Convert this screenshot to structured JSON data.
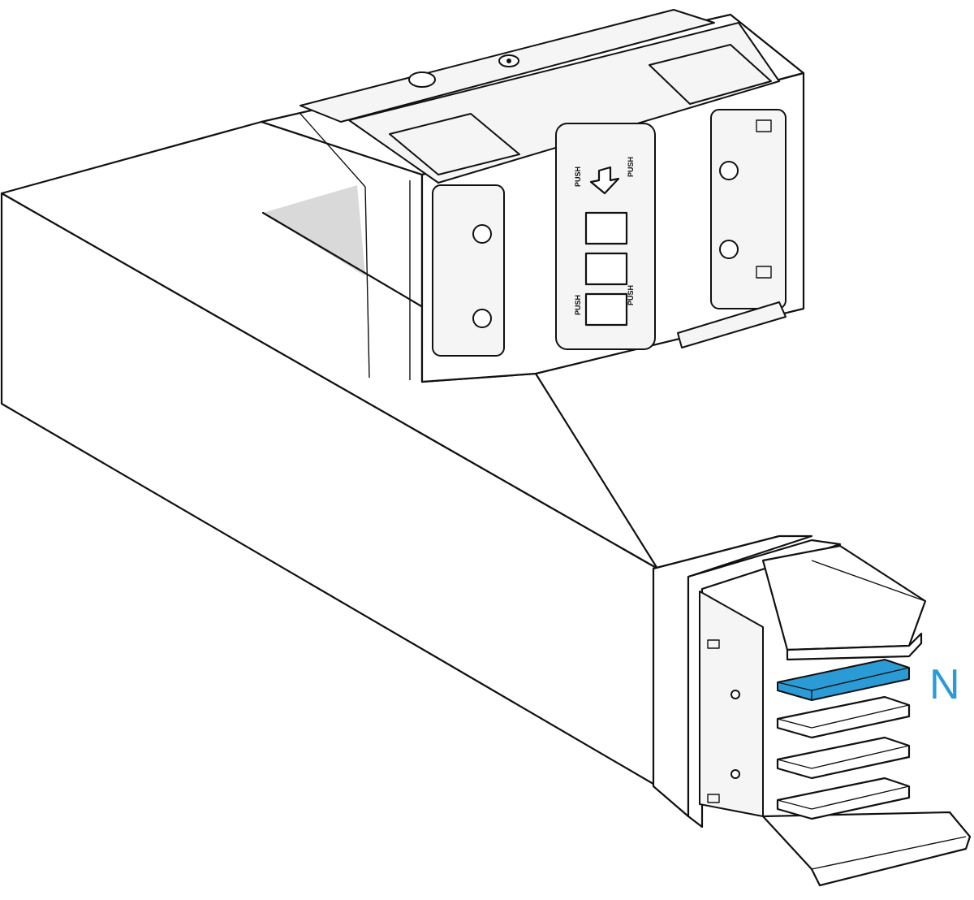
{
  "diagram": {
    "push_labels": [
      "PUSH",
      "PUSH",
      "PUSH",
      "PUSH"
    ],
    "highlight_label": "N",
    "colors": {
      "line": "#111111",
      "background": "#ffffff",
      "highlight": "#2b9bd6",
      "shading": "#d9d9d9"
    },
    "icons": [
      "arrow-down-icon"
    ]
  }
}
